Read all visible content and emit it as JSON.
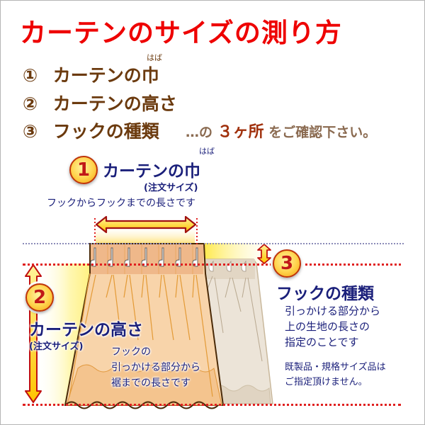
{
  "title": "カーテンのサイズの測り方",
  "checklist": {
    "items": [
      {
        "num": "①",
        "label": "カーテンの巾",
        "ruby": "はば"
      },
      {
        "num": "②",
        "label": "カーテンの高さ"
      },
      {
        "num": "③",
        "label": "フックの種類"
      }
    ],
    "tail_prefix": "…の",
    "tail_emphasis": "３ヶ所",
    "tail_suffix": "をご確認下さい。"
  },
  "diagram": {
    "width_section": {
      "badge": "1",
      "heading": "カーテンの巾",
      "ruby": "はば",
      "note": "(注文サイズ)",
      "description": "フックからフックまでの長さです"
    },
    "height_section": {
      "badge": "2",
      "heading": "カーテンの高さ",
      "note": "(注文サイズ)",
      "description_lines": [
        "フックの",
        "引っかける部分から",
        "裾までの長さです"
      ]
    },
    "hook_section": {
      "badge": "3",
      "heading": "フックの種類",
      "description_lines": [
        "引っかける部分から",
        "上の生地の長さの",
        "指定のことです"
      ],
      "caution_lines": [
        "既製品・規格サイズ品は",
        "ご指定頂けません。"
      ]
    }
  },
  "colors": {
    "title": "#ee0000",
    "list_text": "#6b3a0e",
    "accent_text": "#a0300c",
    "diagram_text": "#1a1f7a",
    "guide_line_red": "#e02020",
    "guide_line_blue": "#8c8cb8",
    "curtain_main": "#f6c896",
    "curtain_secondary": "#ece2d6"
  }
}
